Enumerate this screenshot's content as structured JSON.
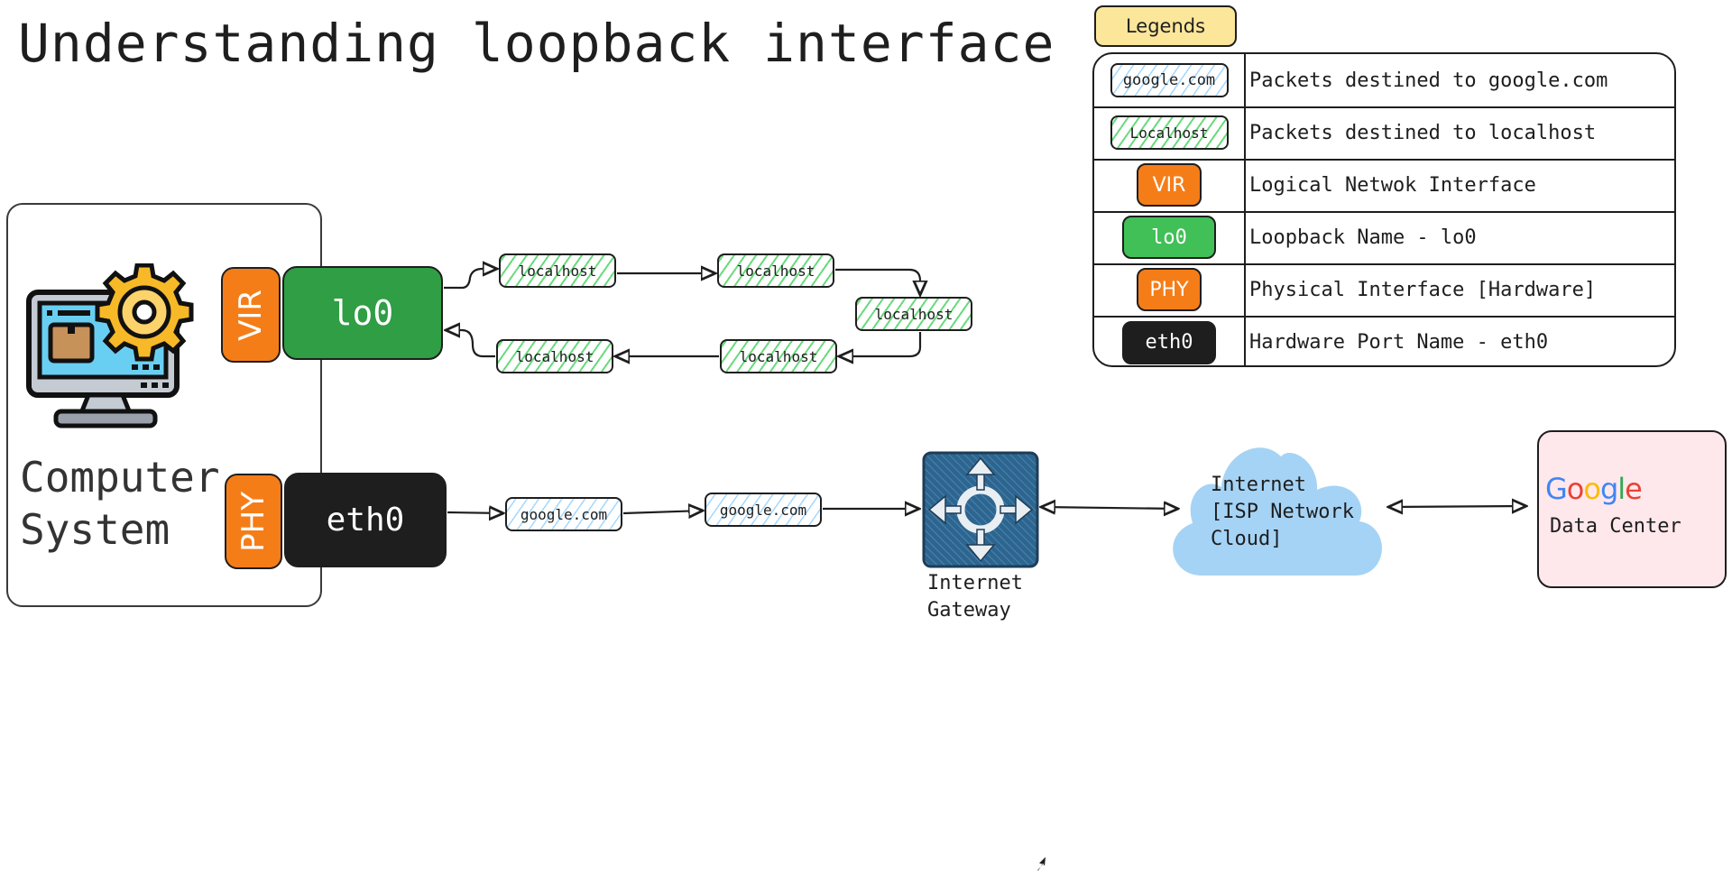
{
  "title": "Understanding loopback interface",
  "legend": {
    "title": "Legends",
    "rows": [
      {
        "symbol": "google.com",
        "symbol_type": "google-packet",
        "description": "Packets destined to google.com"
      },
      {
        "symbol": "Localhost",
        "symbol_type": "localhost-packet",
        "description": "Packets destined to localhost"
      },
      {
        "symbol": "VIR",
        "symbol_type": "orange-badge",
        "description": "Logical Netwok Interface"
      },
      {
        "symbol": "lo0",
        "symbol_type": "green-badge",
        "description": "Loopback Name - lo0"
      },
      {
        "symbol": "PHY",
        "symbol_type": "orange-badge",
        "description": "Physical Interface [Hardware]"
      },
      {
        "symbol": "eth0",
        "symbol_type": "black-badge",
        "description": "Hardware Port Name - eth0"
      }
    ]
  },
  "computer_system": {
    "label_line1": "Computer",
    "label_line2": "System",
    "icon": "computer-gear-icon",
    "virtual_interface": {
      "type_label": "VIR",
      "name": "lo0"
    },
    "physical_interface": {
      "type_label": "PHY",
      "name": "eth0"
    }
  },
  "loopback_packets": [
    "localhost",
    "localhost",
    "localhost",
    "localhost",
    "localhost"
  ],
  "internet_packets": [
    "google.com",
    "google.com"
  ],
  "gateway": {
    "label_line1": "Internet",
    "label_line2": "Gateway",
    "icon": "router-arrows-icon"
  },
  "cloud": {
    "line1": "Internet",
    "line2": "[ISP Network",
    "line3": "Cloud]"
  },
  "data_center": {
    "logo": "Google",
    "label": "Data Center"
  },
  "colors": {
    "orange": "#f57d18",
    "green": "#2f9e44",
    "legend_green": "#40c057",
    "black": "#1e1e1e",
    "legend_yellow": "#fbe69a",
    "gateway_blue": "#2c6590",
    "cloud_blue": "#a5d3f5",
    "data_center_pink": "#ffe8ec",
    "google_hatch": "#a5d8ff",
    "localhost_hatch": "#69db7c"
  }
}
